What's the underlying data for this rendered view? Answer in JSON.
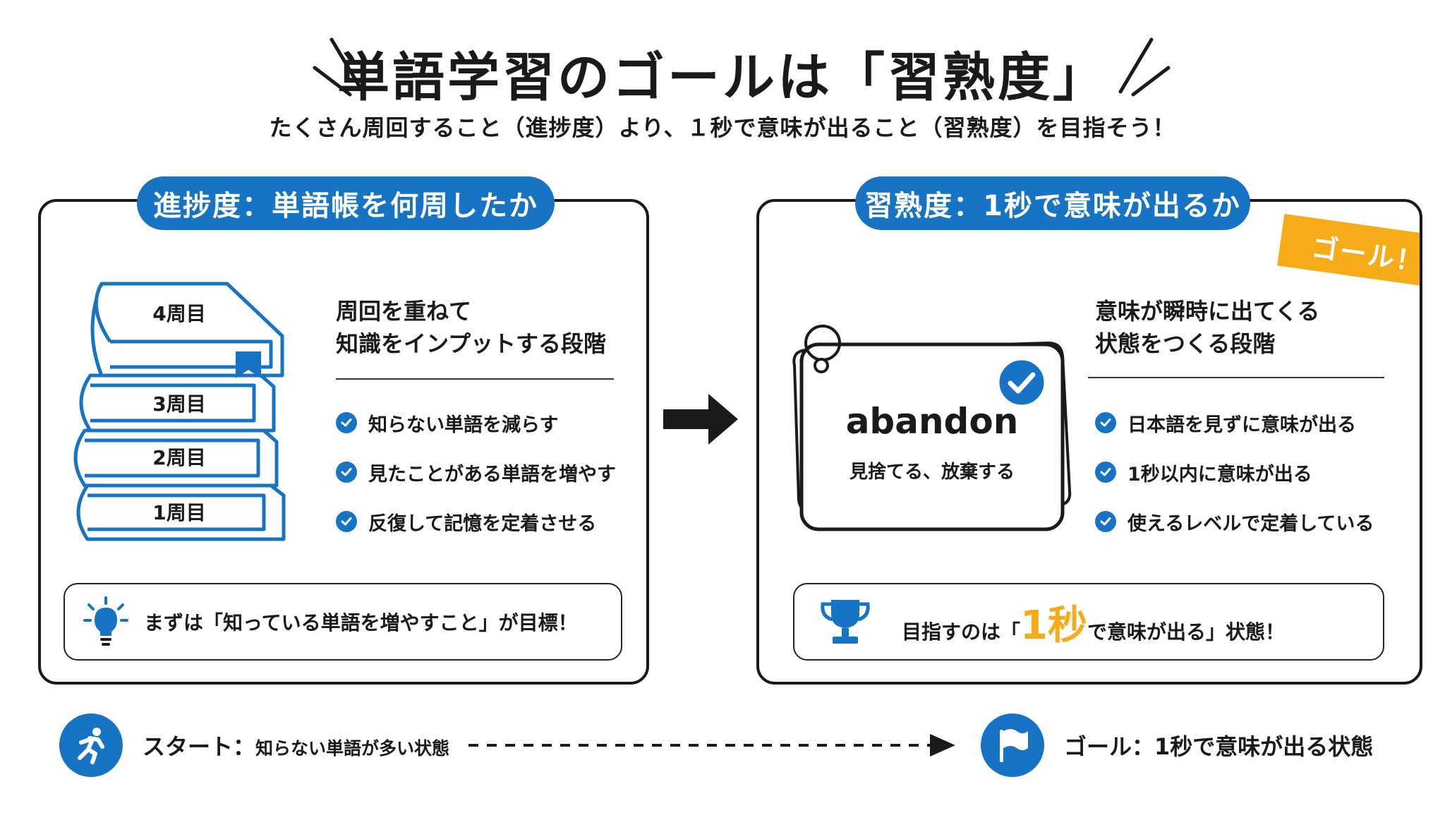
{
  "header": {
    "title": "単語学習のゴールは「習熟度」",
    "subtitle": "たくさん周回すること（進捗度）より、１秒で意味が出ること（習熟度）を目指そう！"
  },
  "left_panel": {
    "pill_label": "進捗度：単語帳を何周したか",
    "books": [
      "4周目",
      "3周目",
      "2周目",
      "1周目"
    ],
    "heading_line1": "周回を重ねて",
    "heading_line2": "知識をインプットする段階",
    "checks": [
      "知らない単語を減らす",
      "見たことがある単語を増やす",
      "反復して記憶を定着させる"
    ],
    "tip": "まずは「知っている単語を増やすこと」が目標！"
  },
  "right_panel": {
    "pill_label": "習熟度：1秒で意味が出るか",
    "ribbon": "ゴール！",
    "card_word": "abandon",
    "card_meaning": "見捨てる、放棄する",
    "heading_line1": "意味が瞬時に出てくる",
    "heading_line2": "状態をつくる段階",
    "checks": [
      "日本語を見ずに意味が出る",
      "1秒以内に意味が出る",
      "使えるレベルで定着している"
    ],
    "tip_prefix": "目指すのは「",
    "tip_highlight": "1秒",
    "tip_suffix": "で意味が出る」状態！"
  },
  "footer": {
    "start_label": "スタート：",
    "start_desc": "知らない単語が多い状態",
    "goal_label": "ゴール：1秒で意味が出る状態"
  },
  "colors": {
    "accent": "#1773c4",
    "highlight": "#f5ac18",
    "ink": "#1a1a1a"
  }
}
